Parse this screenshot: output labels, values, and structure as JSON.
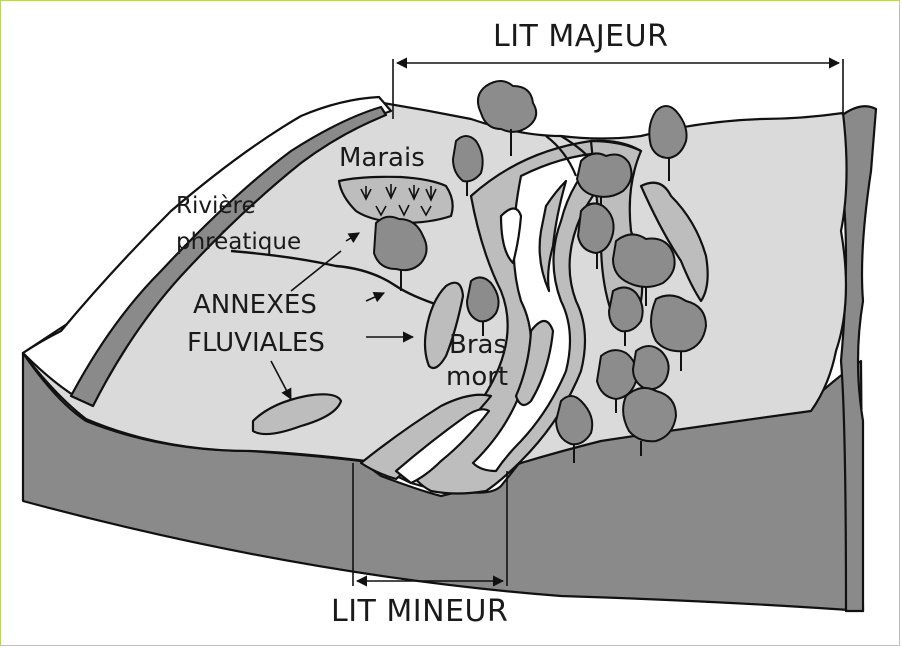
{
  "labels": {
    "lit_majeur": "LIT MAJEUR",
    "lit_mineur": "LIT MINEUR",
    "marais": "Marais",
    "riviere_line1": "Rivière",
    "riviere_line2": "phréatique",
    "annexes_line1": "ANNEXES",
    "annexes_line2": "FLUVIALES",
    "bras_line1": "Bras",
    "bras_line2": "mort"
  },
  "colors": {
    "frame_border": "#b9d36c",
    "block_side": "#8a8a8a",
    "plain_surface": "#dadada",
    "river_water": "#ffffff",
    "river_bars": "#bdbdbd",
    "trees": "#8c8c8c",
    "outline": "#111111"
  }
}
